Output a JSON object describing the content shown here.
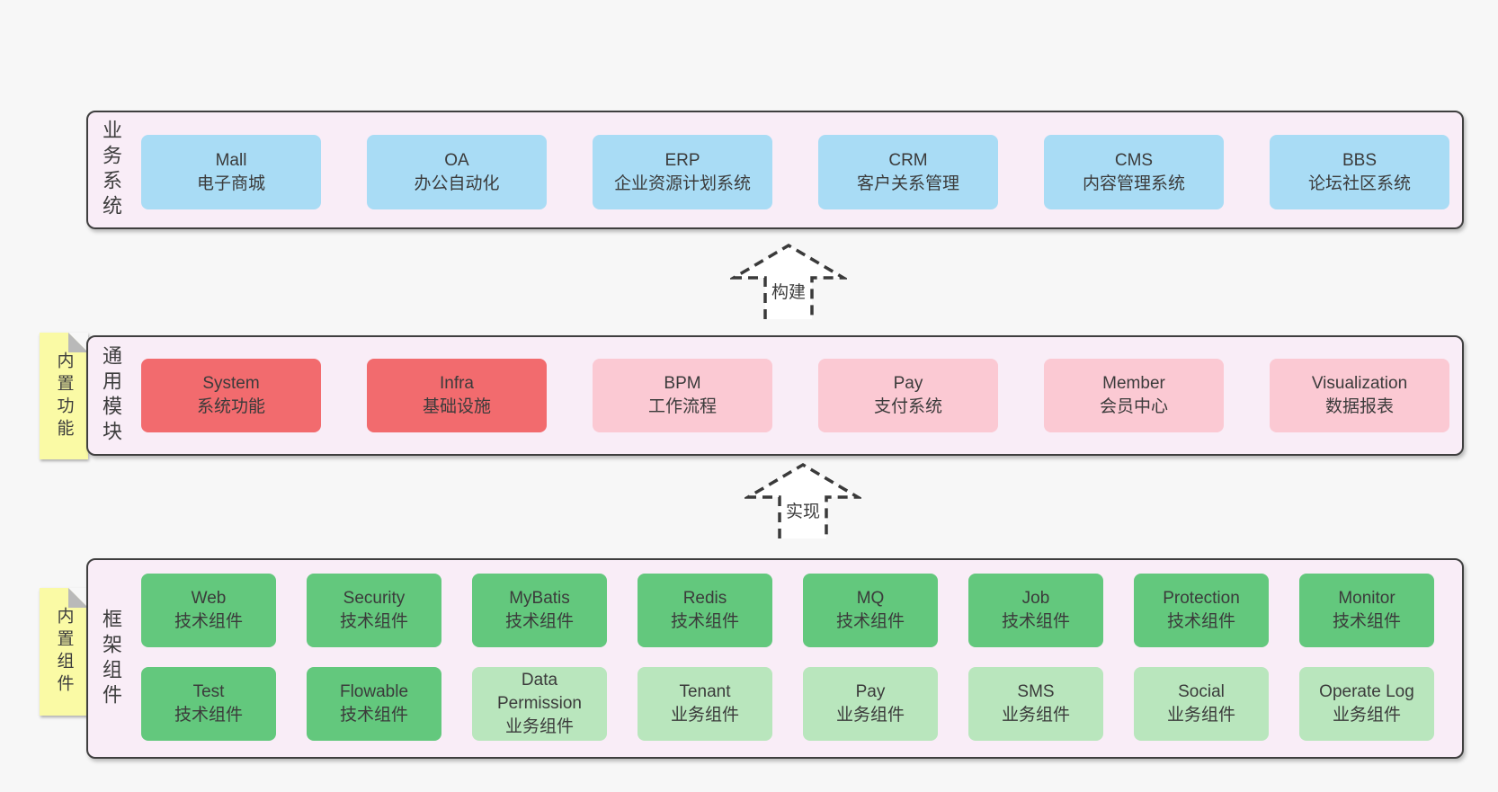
{
  "colors": {
    "page_bg": "#f7f7f7",
    "panel_bg": "#f9edf7",
    "panel_border": "#3f3f3f",
    "blue": "#a9dcf5",
    "red": "#f26b6e",
    "pink": "#fbc9d3",
    "green": "#63c87d",
    "lightgreen": "#b9e6bd",
    "yellow": "#fafaa5",
    "fold_gray": "#b9b9b9",
    "arrow_stroke": "#3a3a3a",
    "text": "#3b3b3b"
  },
  "layers": [
    {
      "label": "业务系统",
      "rows": [
        [
          {
            "title": "Mall",
            "subtitle": "电子商城"
          },
          {
            "title": "OA",
            "subtitle": "办公自动化"
          },
          {
            "title": "ERP",
            "subtitle": "企业资源计划系统"
          },
          {
            "title": "CRM",
            "subtitle": "客户关系管理"
          },
          {
            "title": "CMS",
            "subtitle": "内容管理系统"
          },
          {
            "title": "BBS",
            "subtitle": "论坛社区系统"
          }
        ]
      ]
    },
    {
      "label": "通用模块",
      "tag": "内置功能",
      "rows": [
        [
          {
            "title": "System",
            "subtitle": "系统功能"
          },
          {
            "title": "Infra",
            "subtitle": "基础设施"
          },
          {
            "title": "BPM",
            "subtitle": "工作流程"
          },
          {
            "title": "Pay",
            "subtitle": "支付系统"
          },
          {
            "title": "Member",
            "subtitle": "会员中心"
          },
          {
            "title": "Visualization",
            "subtitle": "数据报表"
          }
        ]
      ]
    },
    {
      "label": "框架组件",
      "tag": "内置组件",
      "rows": [
        [
          {
            "title": "Web",
            "subtitle": "技术组件"
          },
          {
            "title": "Security",
            "subtitle": "技术组件"
          },
          {
            "title": "MyBatis",
            "subtitle": "技术组件"
          },
          {
            "title": "Redis",
            "subtitle": "技术组件"
          },
          {
            "title": "MQ",
            "subtitle": "技术组件"
          },
          {
            "title": "Job",
            "subtitle": "技术组件"
          },
          {
            "title": "Protection",
            "subtitle": "技术组件"
          },
          {
            "title": "Monitor",
            "subtitle": "技术组件"
          }
        ],
        [
          {
            "title": "Test",
            "subtitle": "技术组件"
          },
          {
            "title": "Flowable",
            "subtitle": "技术组件"
          },
          {
            "title": "Data Permission",
            "subtitle": "业务组件"
          },
          {
            "title": "Tenant",
            "subtitle": "业务组件"
          },
          {
            "title": "Pay",
            "subtitle": "业务组件"
          },
          {
            "title": "SMS",
            "subtitle": "业务组件"
          },
          {
            "title": "Social",
            "subtitle": "业务组件"
          },
          {
            "title": "Operate Log",
            "subtitle": "业务组件"
          }
        ]
      ]
    }
  ],
  "arrows": [
    {
      "label": "构建"
    },
    {
      "label": "实现"
    }
  ]
}
